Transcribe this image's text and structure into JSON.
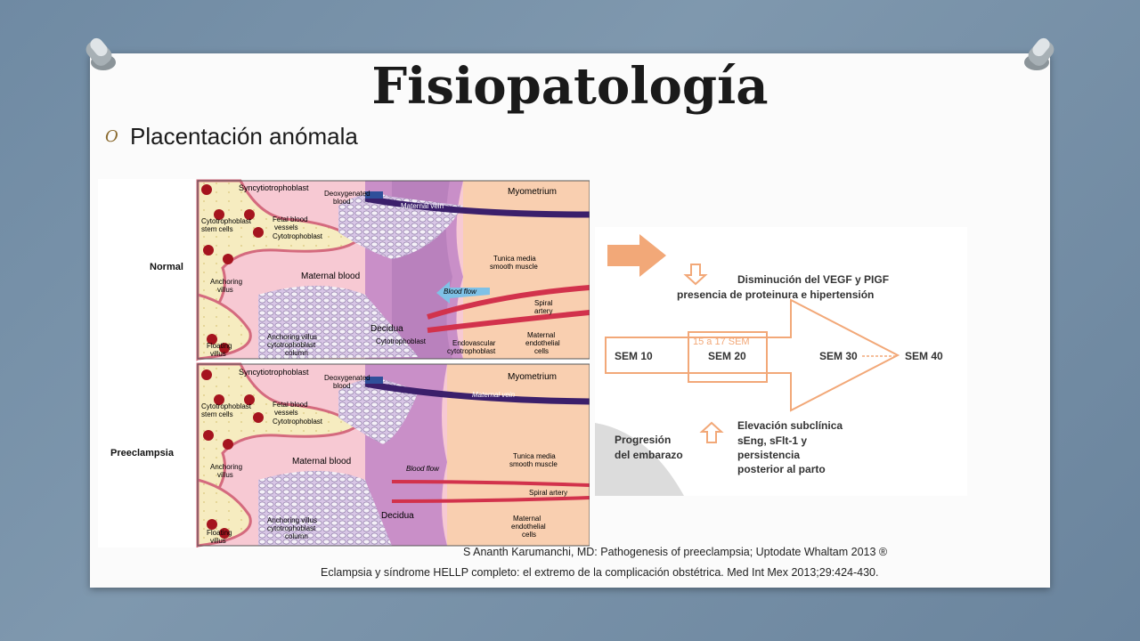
{
  "slide": {
    "title": "Fisiopatología",
    "bullet_marker": "O",
    "bullet": "Placentación anómala"
  },
  "left_figure": {
    "normal_label": "Normal",
    "preeclampsia_label": "Preeclampsia",
    "labels": {
      "syncytiotrophoblast": "Syncytiotrophoblast",
      "deoxygenated_1": "Deoxygenated",
      "deoxygenated_2": "blood",
      "myometrium": "Myometrium",
      "cytotrophoblast_stem_1": "Cytotrophoblast",
      "cytotrophoblast_stem_2": "stem cells",
      "fetal_vessels_1": "Fetal blood",
      "fetal_vessels_2": "vessels",
      "cytotrophoblast": "Cytotrophoblast",
      "maternal_vein": "Maternal vein",
      "tunica_1": "Tunica media",
      "tunica_2": "smooth muscle",
      "maternal_blood": "Maternal blood",
      "anchoring_1": "Anchoring",
      "anchoring_2": "villus",
      "blood_flow": "Blood flow",
      "spiral_1": "Spiral",
      "spiral_2": "artery",
      "spiral_artery": "Spiral artery",
      "decidua": "Decidua",
      "floating_1": "Floating",
      "floating_2": "villus",
      "anchoring_column_1": "Anchoring villus",
      "anchoring_column_2": "cytotrophoblast",
      "anchoring_column_3": "column",
      "endovascular_1": "Endovascular",
      "endovascular_2": "cytotrophoblast",
      "maternal_endo_1": "Maternal",
      "maternal_endo_2": "endothelial",
      "maternal_endo_3": "cells"
    }
  },
  "right_figure": {
    "top_text_1": "Disminución del VEGF y PIGF",
    "top_text_2": "presencia de proteinura e hipertensión",
    "range_label": "15 a 17 SEM",
    "weeks": [
      "SEM 10",
      "SEM 20",
      "SEM 30",
      "SEM 40"
    ],
    "bottom_left_1": "Progresión",
    "bottom_left_2": "del embarazo",
    "bottom_right_1": "Elevación subclínica",
    "bottom_right_2": "sEng, sFlt-1 y",
    "bottom_right_3": "persistencia",
    "bottom_right_4": "posterior al parto",
    "accent_color": "#f2a878"
  },
  "references": {
    "ref1": "S Ananth Karumanchi, MD: Pathogenesis of preeclampsia; Uptodate Whaltam 2013 ®",
    "ref2": "Eclampsia y síndrome HELLP completo: el extremo de la complicación obstétrica. Med Int Mex 2013;29:424-430."
  }
}
